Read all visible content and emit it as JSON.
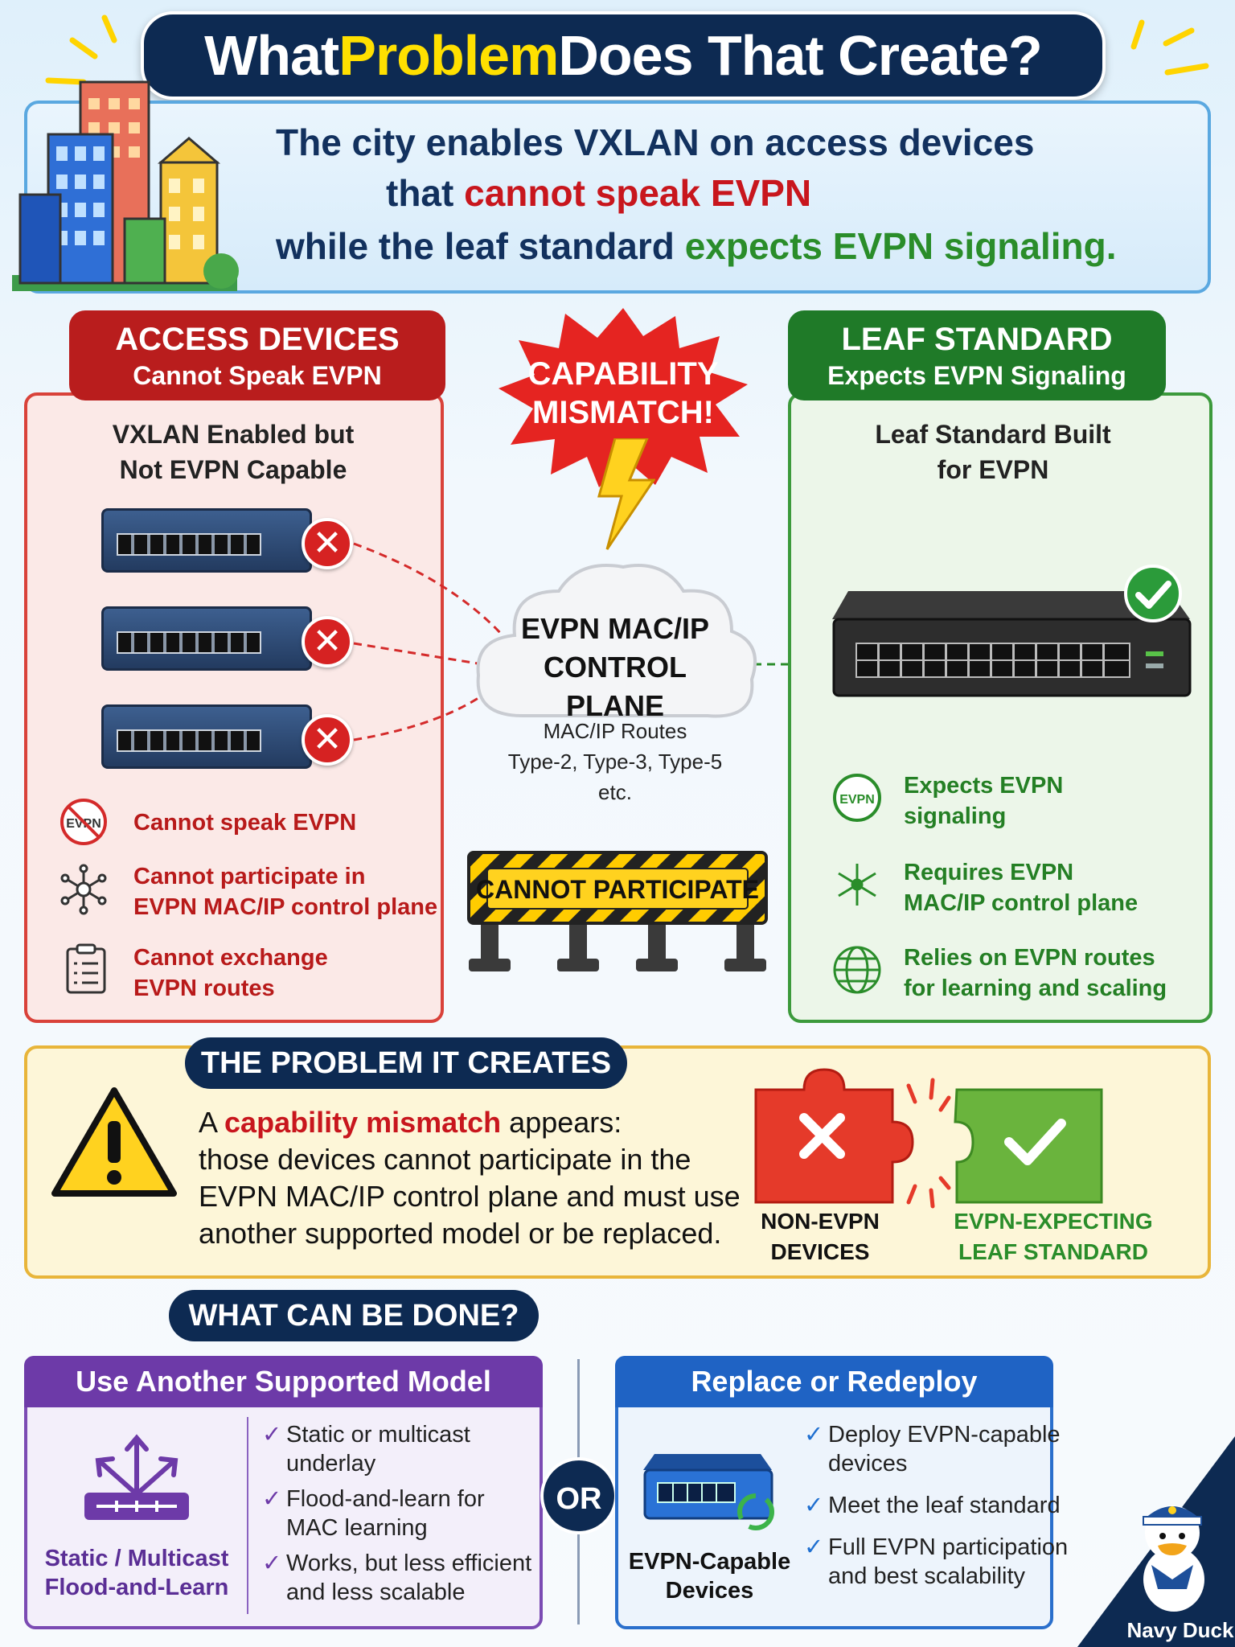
{
  "title": {
    "part1": "What ",
    "highlight": "Problem",
    "part2": " Does That Create?"
  },
  "intro": {
    "line1": "The city enables VXLAN on access devices",
    "line2_a": "that ",
    "line2_b": "cannot speak EVPN",
    "line3_a": "while the leaf standard ",
    "line3_b": "expects EVPN signaling."
  },
  "left": {
    "header_title": "ACCESS DEVICES",
    "header_sub": "Cannot Speak EVPN",
    "subtitle_1": "VXLAN Enabled but",
    "subtitle_2": "Not EVPN Capable",
    "badge_text": "EVPN",
    "items": [
      {
        "line1": "Cannot speak EVPN",
        "line2": ""
      },
      {
        "line1": "Cannot participate in",
        "line2": "EVPN MAC/IP control plane"
      },
      {
        "line1": "Cannot exchange",
        "line2": "EVPN routes"
      }
    ]
  },
  "right": {
    "header_title": "LEAF STANDARD",
    "header_sub": "Expects EVPN Signaling",
    "subtitle_1": "Leaf Standard Built",
    "subtitle_2": "for EVPN",
    "badge_text": "EVPN",
    "items": [
      {
        "line1": "Expects EVPN",
        "line2": "signaling"
      },
      {
        "line1": "Requires EVPN",
        "line2": "MAC/IP control plane"
      },
      {
        "line1": "Relies on EVPN routes",
        "line2": "for learning and scaling"
      }
    ]
  },
  "center": {
    "burst_1": "CAPABILITY",
    "burst_2": "MISMATCH!",
    "cloud_1": "EVPN MAC/IP",
    "cloud_2": "CONTROL PLANE",
    "routes_1": "MAC/IP Routes",
    "routes_2": "Type-2, Type-3, Type-5",
    "routes_3": "etc.",
    "barrier": "CANNOT PARTICIPATE"
  },
  "problem": {
    "header": "THE PROBLEM IT CREATES",
    "line1_a": "A ",
    "line1_b": "capability mismatch",
    "line1_c": " appears:",
    "line2": "those devices cannot participate in the",
    "line3": "EVPN MAC/IP control plane and must use",
    "line4": "another supported model or be replaced.",
    "puzzle_left_1": "NON-EVPN",
    "puzzle_left_2": "DEVICES",
    "puzzle_right_1": "EVPN-EXPECTING",
    "puzzle_right_2": "LEAF STANDARD"
  },
  "done": {
    "header": "WHAT CAN BE DONE?",
    "or": "OR",
    "option1": {
      "header": "Use Another Supported Model",
      "caption_1": "Static / Multicast",
      "caption_2": "Flood-and-Learn",
      "items": [
        {
          "line1": "Static or multicast",
          "line2": "underlay"
        },
        {
          "line1": "Flood-and-learn for",
          "line2": "MAC learning"
        },
        {
          "line1": "Works, but less efficient",
          "line2": "and less scalable"
        }
      ]
    },
    "option2": {
      "header": "Replace or Redeploy",
      "caption_1": "EVPN-Capable",
      "caption_2": "Devices",
      "items": [
        {
          "line1": "Deploy EVPN-capable",
          "line2": "devices"
        },
        {
          "line1": "Meet the leaf standard",
          "line2": ""
        },
        {
          "line1": "Full EVPN participation",
          "line2": "and best scalability"
        }
      ]
    }
  },
  "brand": {
    "name": "Navy Duck"
  },
  "colors": {
    "navy": "#0d2a52",
    "red": "#c8161d",
    "green": "#2a8d2a",
    "yellow": "#ffe000",
    "purple": "#6d3aa8",
    "blue": "#1f63c4"
  }
}
